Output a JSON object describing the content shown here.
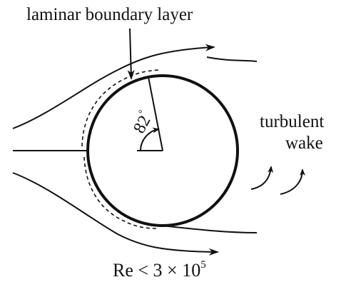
{
  "labels": {
    "boundary_layer": "laminar boundary layer",
    "turbulent": "turbulent",
    "wake": "wake",
    "angle_value": "82",
    "angle_unit": "°",
    "reynolds_base": "Re < 3 × 10",
    "reynolds_exponent": "5"
  },
  "colors": {
    "ink": "#111111",
    "background": "#ffffff"
  }
}
